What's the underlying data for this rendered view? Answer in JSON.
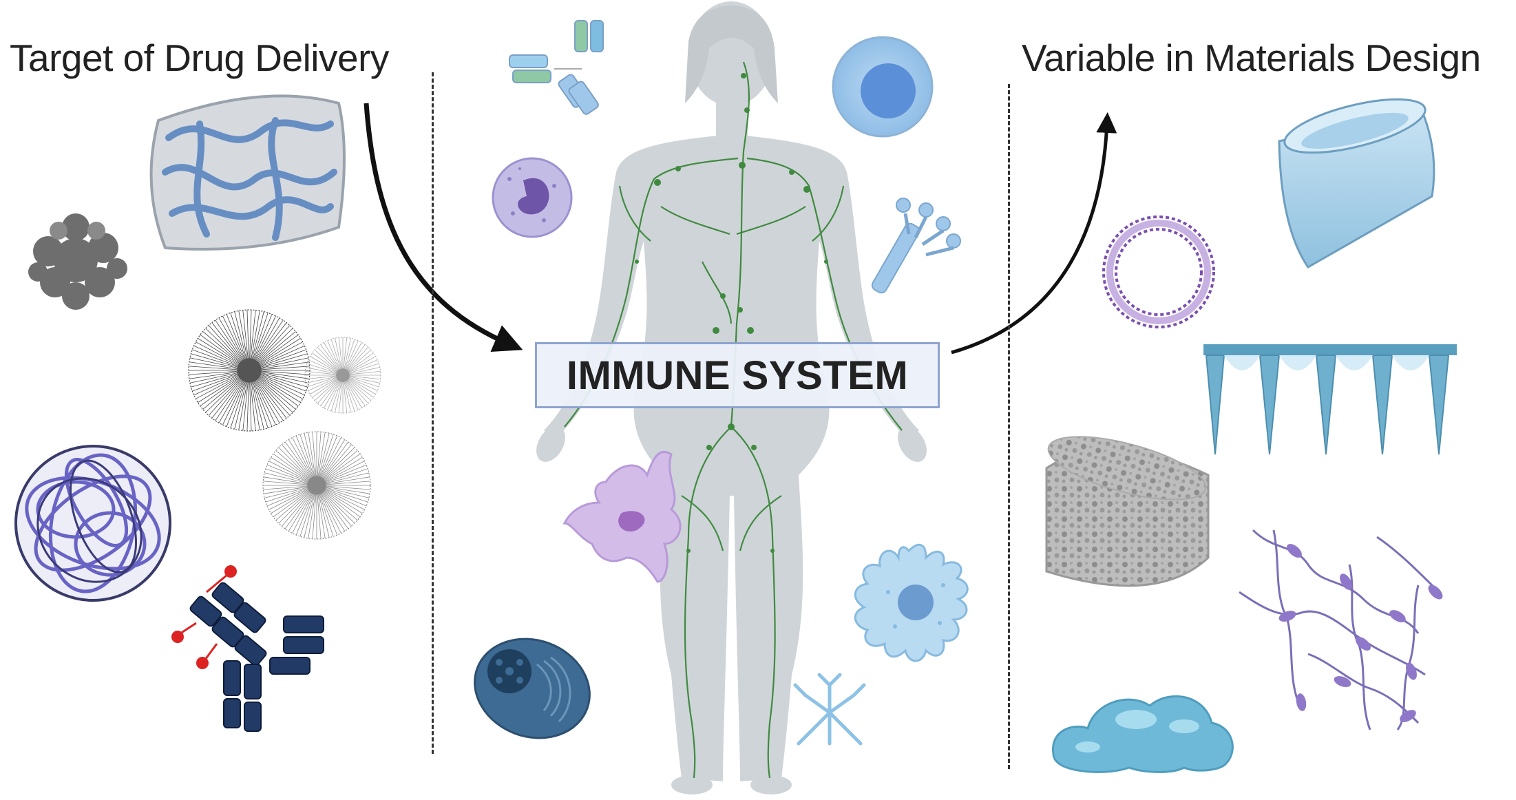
{
  "figure": {
    "left_heading": "Target of Drug Delivery",
    "right_heading": "Variable in Materials Design",
    "center_label": "IMMUNE SYSTEM"
  },
  "colors": {
    "body": "#cfd4d8",
    "lymph": "#3f8a3f",
    "arrow": "#111111",
    "label_border": "#8ea3cf",
    "label_fill": "#ecf1fa"
  },
  "icons": {
    "left": [
      "hydrogel-fiber-icon",
      "dendrimer-icon",
      "micelle-icon",
      "polymer-nanoparticle-icon",
      "antibody-drug-conjugate-icon"
    ],
    "center": [
      "antibody-icon",
      "b-cell-icon",
      "neutrophil-icon",
      "t-cell-receptor-icon",
      "dendritic-cell-icon",
      "macrophage-icon",
      "plasma-cell-icon",
      "antibody-cluster-icon",
      "human-body-icon"
    ],
    "right": [
      "hydrogel-disk-icon",
      "liposome-icon",
      "microneedle-icon",
      "porous-scaffold-icon",
      "polymer-network-icon",
      "injectable-gel-icon"
    ]
  }
}
